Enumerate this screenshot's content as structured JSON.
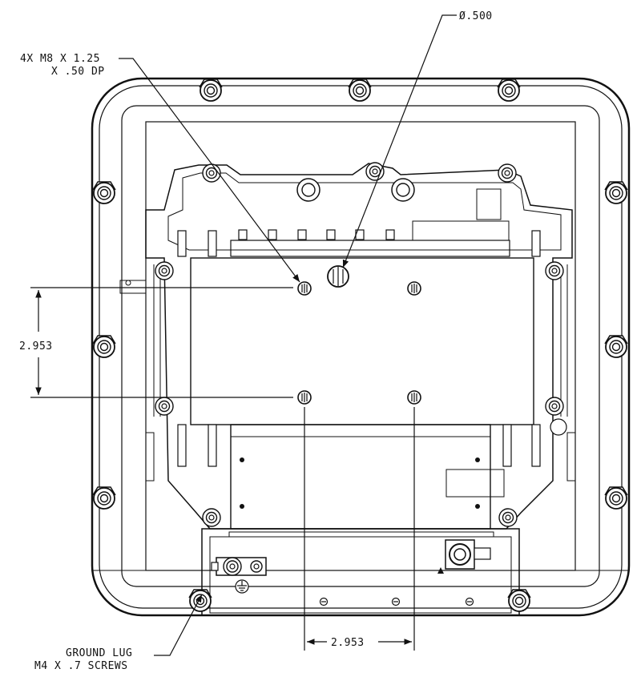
{
  "drawing": {
    "callouts": {
      "hole_diameter": "Ø.500",
      "threaded_holes_line1": "4X M8 X 1.25",
      "threaded_holes_line2": "X .50 DP",
      "ground_lug_line1": "GROUND LUG",
      "ground_lug_line2": "M4 X .7 SCREWS"
    },
    "dimensions": {
      "vertical_spacing": "2.953",
      "horizontal_spacing": "2.953"
    }
  }
}
